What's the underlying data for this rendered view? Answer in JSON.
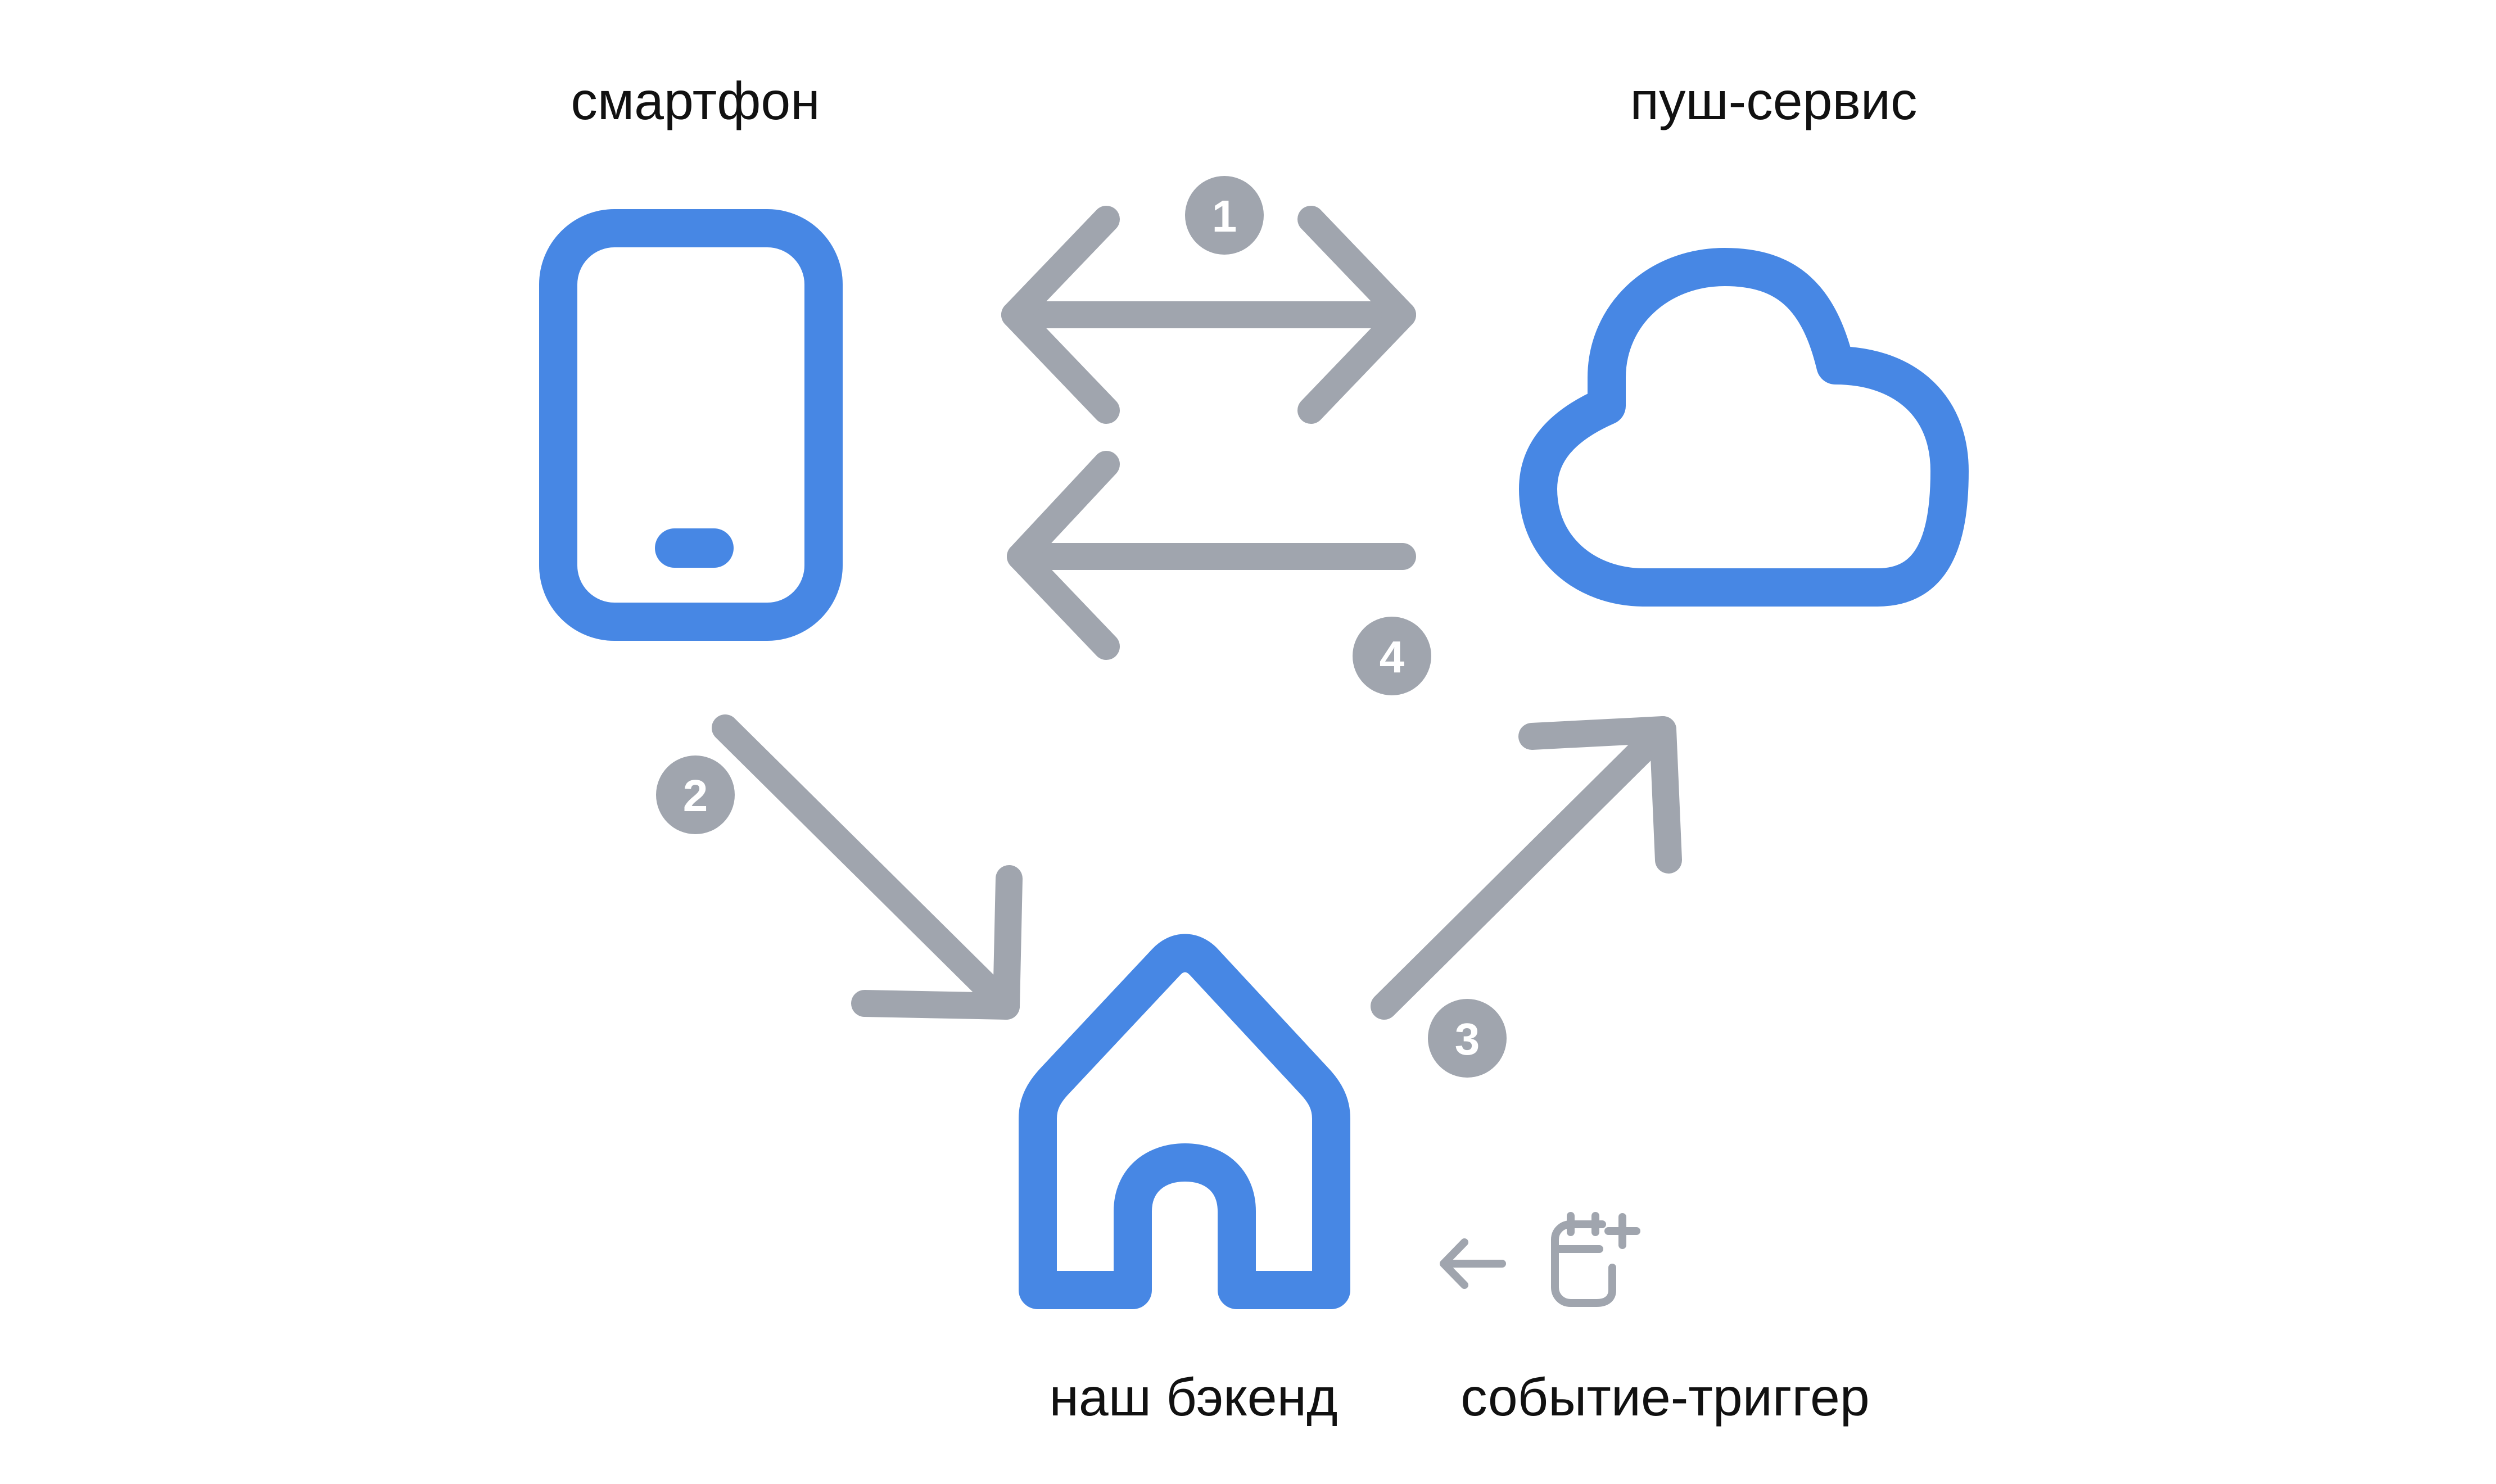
{
  "colors": {
    "node": "#4787E4",
    "arrow": "#A0A5AE",
    "badge_bg": "#A0A5AE",
    "badge_text": "#FFFFFF",
    "label": "#111111",
    "background": "#FFFFFF"
  },
  "nodes": {
    "smartphone": {
      "label": "смартфон",
      "icon": "smartphone-icon"
    },
    "push_service": {
      "label": "пуш-сервис",
      "icon": "cloud-icon"
    },
    "backend": {
      "label": "наш бэкенд",
      "icon": "house-icon"
    },
    "trigger": {
      "label": "событие-триггер",
      "icon": "calendar-plus-icon"
    }
  },
  "steps": [
    {
      "number": "1",
      "from": "смартфон",
      "to": "пуш-сервис",
      "direction": "bidirectional"
    },
    {
      "number": "2",
      "from": "смартфон",
      "to": "наш бэкенд",
      "direction": "one-way"
    },
    {
      "number": "3",
      "from": "наш бэкенд",
      "to": "пуш-сервис",
      "direction": "one-way"
    },
    {
      "number": "4",
      "from": "пуш-сервис",
      "to": "смартфон",
      "direction": "one-way"
    }
  ]
}
